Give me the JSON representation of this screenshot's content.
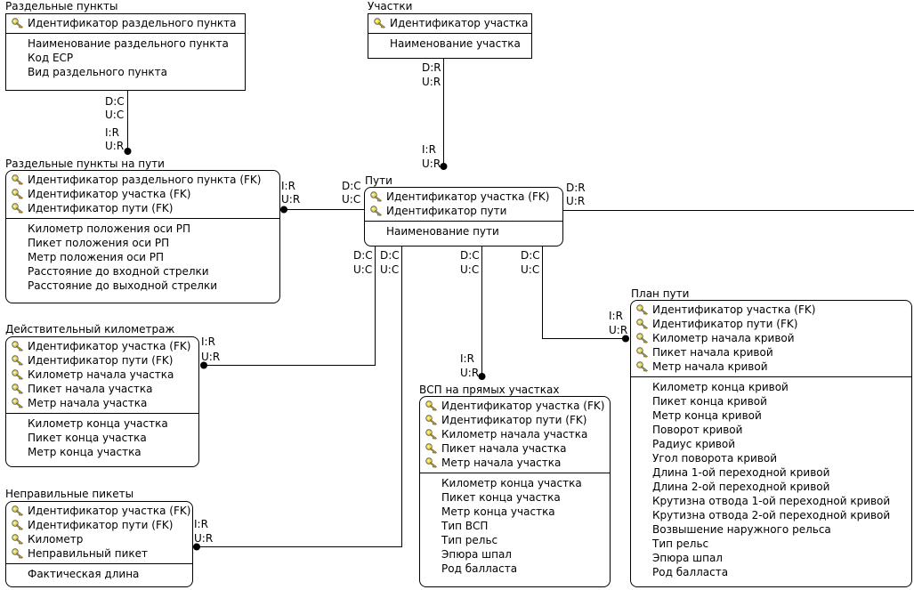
{
  "entities": {
    "razd_punkty": {
      "title": "Раздельные пункты",
      "keys": [
        "Идентификатор раздельного пункта"
      ],
      "attrs": [
        "Наименование раздельного пункта",
        "Код ЕСР",
        "Вид раздельного пункта"
      ]
    },
    "uchastki": {
      "title": "Участки",
      "keys": [
        "Идентификатор участка"
      ],
      "attrs": [
        "Наименование участка"
      ]
    },
    "razd_na_puti": {
      "title": "Раздельные пункты на пути",
      "keys": [
        "Идентификатор раздельного пункта (FK)",
        "Идентификатор участка (FK)",
        "Идентификатор пути (FK)"
      ],
      "attrs": [
        "Километр положения оси РП",
        "Пикет положения оси РП",
        "Метр положения оси РП",
        "Расстояние до входной стрелки",
        "Расстояние до выходной стрелки"
      ]
    },
    "puti": {
      "title": "Пути",
      "keys": [
        "Идентификатор участка (FK)",
        "Идентификатор пути"
      ],
      "attrs": [
        "Наименование пути"
      ]
    },
    "deistv_km": {
      "title": "Действительный километраж",
      "keys": [
        "Идентификатор участка (FK)",
        "Идентификатор пути (FK)",
        "Километр начала участка",
        "Пикет начала участка",
        "Метр начала участка"
      ],
      "attrs": [
        "Километр конца участка",
        "Пикет конца участка",
        "Метр конца участка"
      ]
    },
    "nepr_pikety": {
      "title": "Неправильные пикеты",
      "keys": [
        "Идентификатор участка (FK)",
        "Идентификатор пути (FK)",
        "Километр",
        "Неправильный пикет"
      ],
      "attrs": [
        "Фактическая длина"
      ]
    },
    "vsp": {
      "title": "ВСП на прямых участках",
      "keys": [
        "Идентификатор участка (FK)",
        "Идентификатор пути (FK)",
        "Километр начала участка",
        "Пикет начала участка",
        "Метр начала участка"
      ],
      "attrs": [
        "Километр конца участка",
        "Пикет конца участка",
        "Метр конца участка",
        "Тип ВСП",
        "Тип рельс",
        "Эпюра шпал",
        "Род балласта"
      ]
    },
    "plan_puti": {
      "title": "План пути",
      "keys": [
        "Идентификатор участка (FK)",
        "Идентификатор пути (FK)",
        "Километр начала кривой",
        "Пикет начала кривой",
        "Метр начала кривой"
      ],
      "attrs": [
        "Километр конца кривой",
        "Пикет конца кривой",
        "Метр конца кривой",
        "Поворот кривой",
        "Радиус кривой",
        "Угол поворота кривой",
        "Длина 1-ой переходной кривой",
        "Длина 2-ой переходной кривой",
        "Крутизна отвода 1-ой переходной кривой",
        "Крутизна отвода 2-ой переходной кривой",
        "Возвышение наружного рельса",
        "Тип рельс",
        "Эпюра шпал",
        "Род балласта"
      ]
    }
  },
  "rel_labels": {
    "dc": "D:C",
    "uc": "U:C",
    "dr": "D:R",
    "ur": "U:R",
    "ir": "I:R"
  },
  "colors": {
    "key_icon": "#e8d84a",
    "line": "#000000"
  }
}
